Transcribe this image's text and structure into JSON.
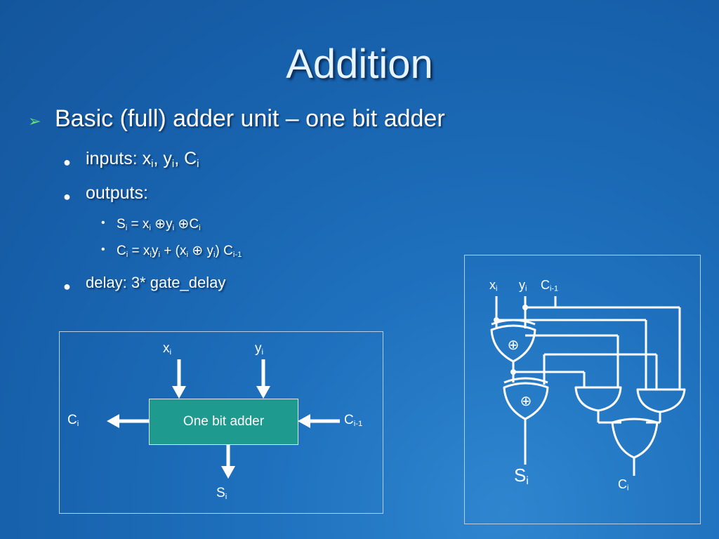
{
  "slide": {
    "title": "Addition",
    "bullet_main": "Basic (full) adder unit – one bit adder",
    "inputs_label": "inputs: x",
    "outputs_label": "outputs:",
    "delay_label": "delay: 3* gate_delay",
    "sum_eq_prefix": "S",
    "carry_eq_prefix": "C"
  },
  "block_diagram": {
    "box_label": "One bit adder",
    "input_x": "x",
    "input_y": "y",
    "out_c": "C",
    "in_c": "C",
    "out_s": "S",
    "sub_i": "i",
    "sub_i_minus_1": "i-1"
  },
  "circuit": {
    "x_label": "x",
    "y_label": "y",
    "c_label": "C",
    "s_out": "S",
    "c_out": "C",
    "xor_symbol": "⊕",
    "sub_i": "i",
    "sub_i_minus_1": "i-1"
  },
  "colors": {
    "bullet_arrow": "#5fe06a",
    "block_fill": "#1f9a8f"
  }
}
